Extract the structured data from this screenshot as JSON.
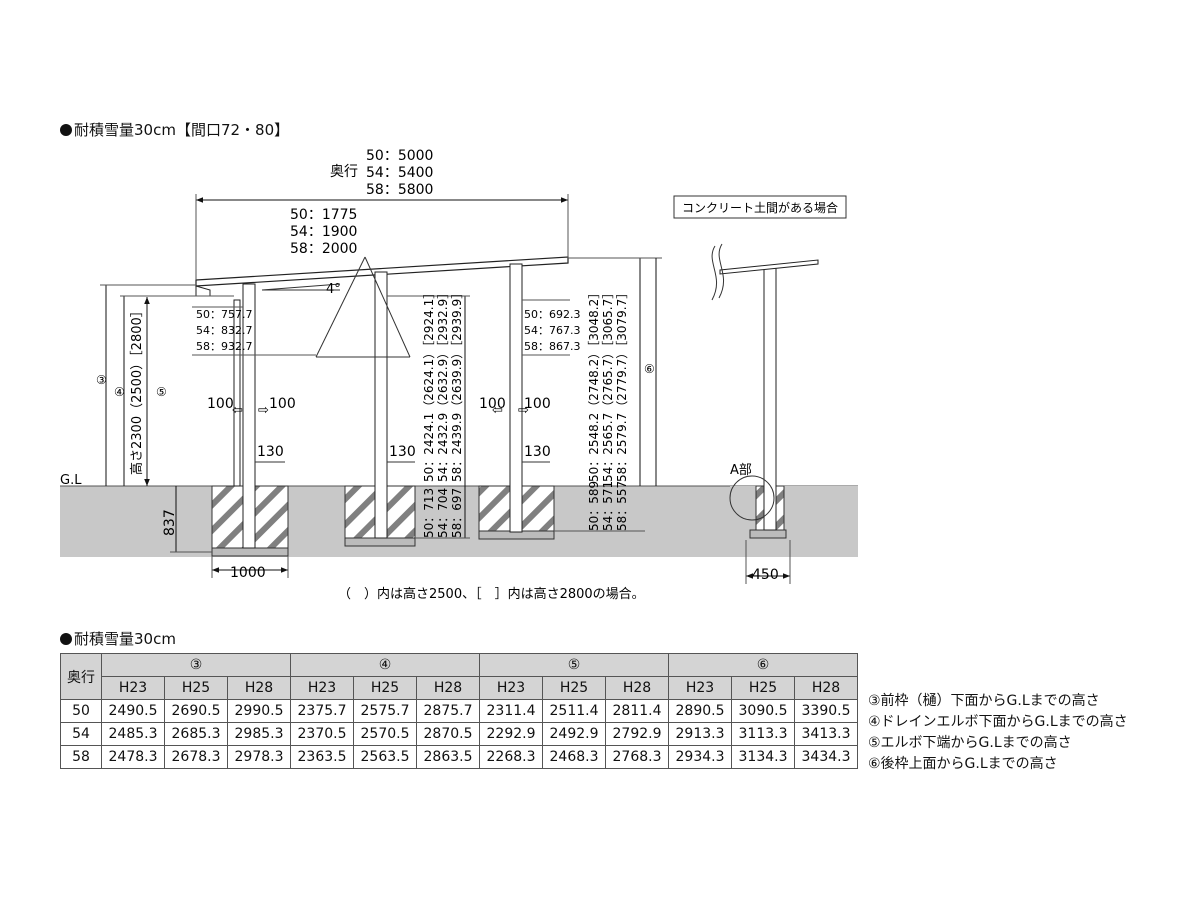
{
  "section1_title": "耐積雪量30cm【間口72・80】",
  "section2_title": "耐積雪量30cm",
  "diagram": {
    "depth_label": "奥行",
    "depth_values": [
      "50：5000",
      "54：5400",
      "58：5800"
    ],
    "span_values": [
      "50：1775",
      "54：1900",
      "58：2000"
    ],
    "angle": "4°",
    "concrete_note": "コンクリート土間がある場合",
    "gl": "G.L",
    "front_offsets": [
      "50：757.7",
      "54：832.7",
      "58：932.7"
    ],
    "rear_offsets": [
      "50：692.3",
      "54：767.3",
      "58：867.3"
    ],
    "height_main": "高さ2300（2500）［2800］",
    "circ3": "③",
    "circ4": "④",
    "circ5": "⑤",
    "circ6": "⑥",
    "arrow_100_left": "100",
    "arrow_100_right": "100",
    "dim_130": "130",
    "mid_heights": [
      "50：2424.1（2624.1）［2924.1］",
      "54：2432.9（2632.9）［2932.9］",
      "58：2439.9（2639.9）［2939.9］"
    ],
    "mid_depths": [
      "50：713",
      "54：704",
      "58：697"
    ],
    "rear_heights": [
      "50：2548.2（2748.2）［3048.2］",
      "54：2565.7（2765.7）［3065.7］",
      "58：2579.7（2779.7）［3079.7］"
    ],
    "rear_depths": [
      "50：589",
      "54：571",
      "58：557"
    ],
    "foundation_depth": "837",
    "foundation_width": "1000",
    "a_part": "A部",
    "dim_450": "450",
    "note": "（　）内は高さ2500、［　］内は高さ2800の場合。"
  },
  "table": {
    "depth_header": "奥行",
    "groups": [
      "③",
      "④",
      "⑤",
      "⑥"
    ],
    "sub_headers": [
      "H23",
      "H25",
      "H28"
    ],
    "rows": [
      {
        "depth": "50",
        "values": [
          "2490.5",
          "2690.5",
          "2990.5",
          "2375.7",
          "2575.7",
          "2875.7",
          "2311.4",
          "2511.4",
          "2811.4",
          "2890.5",
          "3090.5",
          "3390.5"
        ]
      },
      {
        "depth": "54",
        "values": [
          "2485.3",
          "2685.3",
          "2985.3",
          "2370.5",
          "2570.5",
          "2870.5",
          "2292.9",
          "2492.9",
          "2792.9",
          "2913.3",
          "3113.3",
          "3413.3"
        ]
      },
      {
        "depth": "58",
        "values": [
          "2478.3",
          "2678.3",
          "2978.3",
          "2363.5",
          "2563.5",
          "2863.5",
          "2268.3",
          "2468.3",
          "2768.3",
          "2934.3",
          "3134.3",
          "3434.3"
        ]
      }
    ]
  },
  "legend": [
    "③前枠（樋）下面からG.Lまでの高さ",
    "④ドレインエルボ下面からG.Lまでの高さ",
    "⑤エルボ下端からG.Lまでの高さ",
    "⑥後枠上面からG.Lまでの高さ"
  ]
}
